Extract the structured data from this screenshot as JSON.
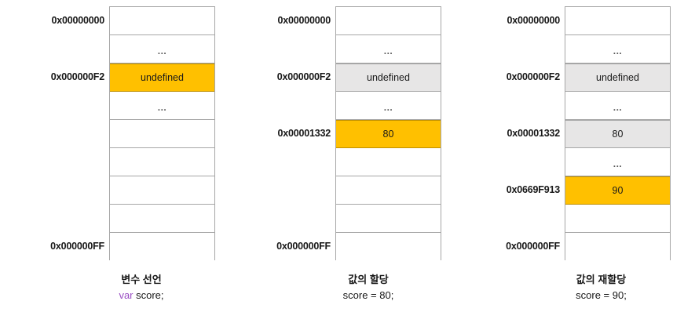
{
  "colors": {
    "highlight": "#FFC000",
    "highlight_border": "#BF8F00",
    "shaded": "#E7E6E6",
    "cell_border": "#A6A6A6",
    "keyword": "#9A4FC4",
    "text": "#1A1A1A"
  },
  "diagrams": [
    {
      "id": "variable-declaration",
      "caption_title": "변수 선언",
      "code_keyword": "var",
      "code_rest": " score;",
      "rows": [
        {
          "address": "0x00000000",
          "value": "",
          "style": "plain"
        },
        {
          "address": "",
          "value": "...",
          "style": "ellipsis"
        },
        {
          "address": "0x000000F2",
          "value": "undefined",
          "style": "highlight"
        },
        {
          "address": "",
          "value": "...",
          "style": "ellipsis"
        },
        {
          "address": "",
          "value": "",
          "style": "plain"
        },
        {
          "address": "",
          "value": "",
          "style": "plain"
        },
        {
          "address": "",
          "value": "",
          "style": "plain"
        },
        {
          "address": "",
          "value": "",
          "style": "plain"
        },
        {
          "address": "0x000000FF",
          "value": "",
          "style": "plain"
        }
      ]
    },
    {
      "id": "value-assignment",
      "caption_title": "값의 할당",
      "code_keyword": "",
      "code_rest": "score = 80;",
      "rows": [
        {
          "address": "0x00000000",
          "value": "",
          "style": "plain"
        },
        {
          "address": "",
          "value": "...",
          "style": "ellipsis"
        },
        {
          "address": "0x000000F2",
          "value": "undefined",
          "style": "shaded"
        },
        {
          "address": "",
          "value": "...",
          "style": "ellipsis"
        },
        {
          "address": "0x00001332",
          "value": "80",
          "style": "highlight"
        },
        {
          "address": "",
          "value": "",
          "style": "plain"
        },
        {
          "address": "",
          "value": "",
          "style": "plain"
        },
        {
          "address": "",
          "value": "",
          "style": "plain"
        },
        {
          "address": "0x000000FF",
          "value": "",
          "style": "plain"
        }
      ]
    },
    {
      "id": "value-reassignment",
      "caption_title": "값의 재할당",
      "code_keyword": "",
      "code_rest": "score = 90;",
      "rows": [
        {
          "address": "0x00000000",
          "value": "",
          "style": "plain"
        },
        {
          "address": "",
          "value": "...",
          "style": "ellipsis"
        },
        {
          "address": "0x000000F2",
          "value": "undefined",
          "style": "shaded"
        },
        {
          "address": "",
          "value": "...",
          "style": "ellipsis"
        },
        {
          "address": "0x00001332",
          "value": "80",
          "style": "shaded"
        },
        {
          "address": "",
          "value": "...",
          "style": "ellipsis"
        },
        {
          "address": "0x0669F913",
          "value": "90",
          "style": "highlight"
        },
        {
          "address": "",
          "value": "",
          "style": "plain"
        },
        {
          "address": "0x000000FF",
          "value": "",
          "style": "plain"
        }
      ]
    }
  ]
}
